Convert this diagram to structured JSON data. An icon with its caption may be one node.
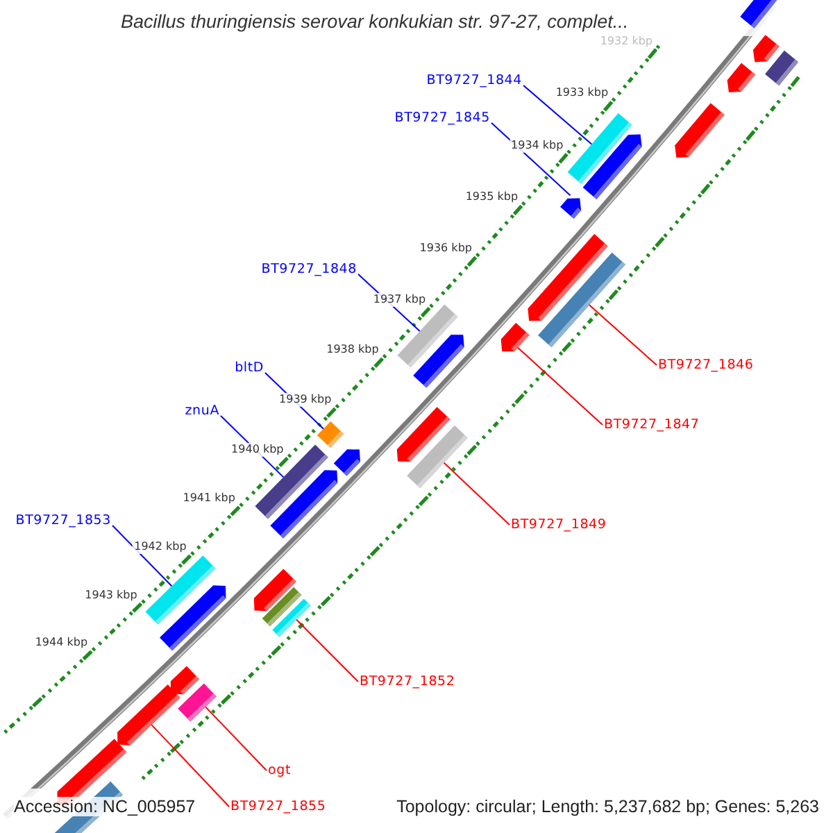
{
  "diagram": {
    "title": "Bacillus thuringiensis serovar konkukian str. 97-27, complet...",
    "nodes": [
      {
        "text": [
          "BT9727_1844"
        ]
      },
      {
        "text": [],
        "shape": "bar"
      },
      {
        "text": [
          "BT9727_1845"
        ]
      },
      {
        "text": [],
        "shape": "pentagon"
      },
      {
        "text": [
          "BT9727_1848"
        ]
      },
      {
        "text": [],
        "shape": "bar"
      },
      {
        "text": [
          "bltD"
        ]
      },
      {
        "text": [],
        "shape": "bar"
      },
      {
        "text": [
          "znuA"
        ]
      },
      {
        "text": [],
        "shape": "bar"
      },
      {
        "text": [
          "BT9727_1853"
        ]
      },
      {
        "text": [],
        "shape": "bar"
      },
      {
        "text": [
          "BT9727_1846"
        ]
      },
      {
        "text": [],
        "shape": "bar"
      },
      {
        "text": [
          "BT9727_1847"
        ]
      },
      {
        "text": [],
        "shape": "pentagon"
      },
      {
        "text": [
          "BT9727_1849"
        ]
      },
      {
        "text": [],
        "shape": "bar"
      },
      {
        "text": [
          "BT9727_1852"
        ]
      },
      {
        "text": [],
        "shape": "bar"
      },
      {
        "text": [
          "ogt"
        ]
      },
      {
        "text": [],
        "shape": "bar"
      },
      {
        "text": [
          "BT9727_1855"
        ]
      },
      {
        "text": [],
        "shape": "pentagon"
      },
      {
        "text": [],
        "shape": "pentagon"
      },
      {
        "text": [],
        "shape": "pentagon"
      },
      {
        "text": [],
        "shape": "pentagon"
      },
      {
        "text": [],
        "shape": "pentagon"
      },
      {
        "text": [],
        "shape": "pentagon"
      },
      {
        "text": [],
        "shape": "bar"
      },
      {
        "text": [],
        "shape": "pentagon"
      },
      {
        "text": [],
        "shape": "pentagon"
      },
      {
        "text": [],
        "shape": "pentagon"
      },
      {
        "text": [],
        "shape": "pentagon"
      },
      {
        "text": [],
        "shape": "pentagon"
      },
      {
        "text": [],
        "shape": "pentagon"
      },
      {
        "text": [],
        "shape": "pentagon"
      },
      {
        "text": [],
        "shape": "bar"
      },
      {
        "text": [],
        "shape": "pentagon"
      },
      {
        "text": [],
        "shape": "pentagon"
      },
      {
        "text": [],
        "shape": "bar"
      }
    ],
    "edges": [
      {
        "from": 0,
        "to": 1,
        "arrow": "none"
      },
      {
        "from": 2,
        "to": 3,
        "arrow": "none"
      },
      {
        "from": 4,
        "to": 5,
        "arrow": "none"
      },
      {
        "from": 6,
        "to": 7,
        "arrow": "none"
      },
      {
        "from": 8,
        "to": 9,
        "arrow": "none"
      },
      {
        "from": 10,
        "to": 11,
        "arrow": "none"
      },
      {
        "from": 12,
        "to": 13,
        "arrow": "none",
        "color": "#ff0000"
      },
      {
        "from": 14,
        "to": 15,
        "arrow": "none",
        "color": "#ff0000"
      },
      {
        "from": 16,
        "to": 17,
        "arrow": "none",
        "color": "#ff0000"
      },
      {
        "from": 18,
        "to": 19,
        "arrow": "none",
        "color": "#ff0000"
      },
      {
        "from": 20,
        "to": 21,
        "arrow": "none",
        "color": "#ff0000"
      },
      {
        "from": 22,
        "to": 23,
        "arrow": "none",
        "color": "#ff0000"
      }
    ],
    "labels": [
      "1932 kbp",
      "1933 kbp",
      "1934 kbp",
      "1935 kbp",
      "1936 kbp",
      "1937 kbp",
      "1938 kbp",
      "1939 kbp",
      "1940 kbp",
      "1941 kbp",
      "1942 kbp",
      "1943 kbp",
      "1944 kbp",
      "Accession: NC_005957",
      "Topology: circular; Length: 5,237,682 bp; Genes: 5,263"
    ]
  }
}
